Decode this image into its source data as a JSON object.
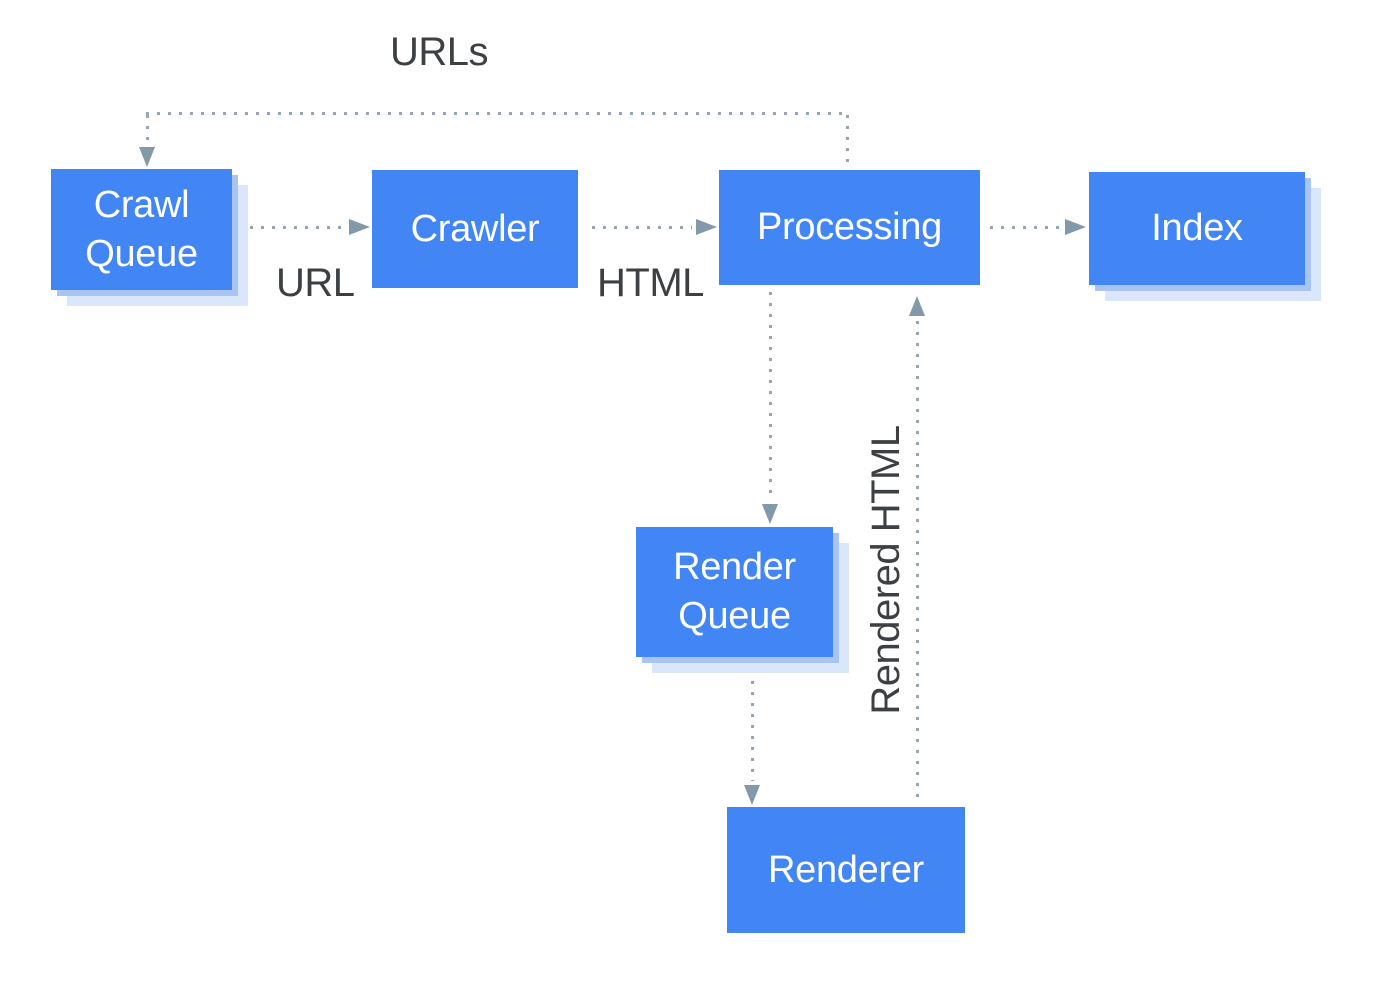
{
  "nodes": {
    "crawl_queue": {
      "label": "Crawl\nQueue"
    },
    "crawler": {
      "label": "Crawler"
    },
    "processing": {
      "label": "Processing"
    },
    "index": {
      "label": "Index"
    },
    "render_queue": {
      "label": "Render\nQueue"
    },
    "renderer": {
      "label": "Renderer"
    }
  },
  "edge_labels": {
    "urls": "URLs",
    "url": "URL",
    "html": "HTML",
    "rendered_html": "Rendered HTML"
  },
  "colors": {
    "node_fill": "#4285f4",
    "node_text": "#ffffff",
    "shadow_inner": "#a9c4f1",
    "shadow_outer": "#d9e6fb",
    "connector": "#96a5b2",
    "arrowhead": "#8299a9",
    "label_text": "#3c4043",
    "background": "#ffffff"
  }
}
